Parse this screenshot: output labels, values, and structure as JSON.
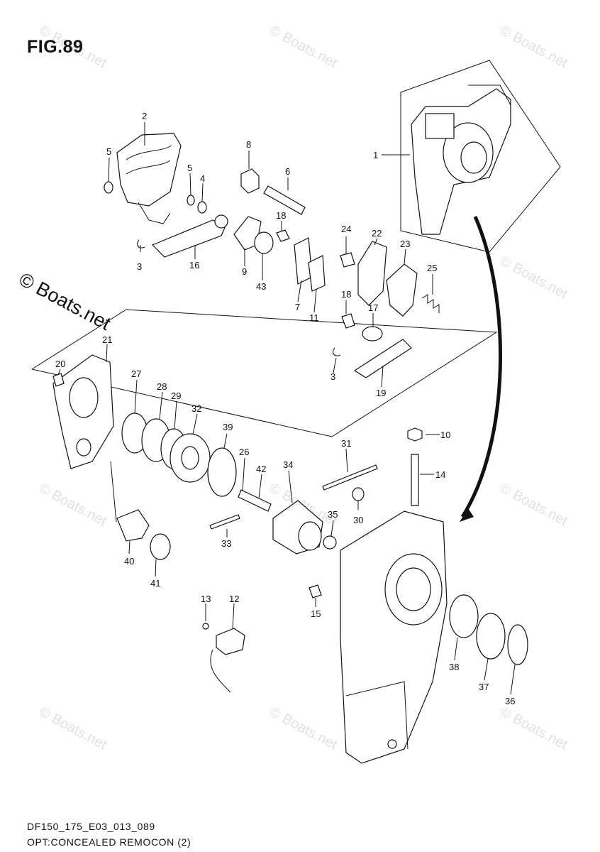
{
  "figure": {
    "title": "FIG.89",
    "code": "DF150_175_E03_013_089",
    "caption": "OPT:CONCEALED REMOCON (2)"
  },
  "watermark": {
    "text": "© Boats.net",
    "main_text": "© Boats.net"
  },
  "callouts": {
    "p1": "1",
    "p2": "2",
    "p3a": "3",
    "p3b": "3",
    "p4": "4",
    "p5a": "5",
    "p5b": "5",
    "p6": "6",
    "p7": "7",
    "p8": "8",
    "p9": "9",
    "p10": "10",
    "p11": "11",
    "p12": "12",
    "p13": "13",
    "p14": "14",
    "p15": "15",
    "p16": "16",
    "p17": "17",
    "p18a": "18",
    "p18b": "18",
    "p19": "19",
    "p20": "20",
    "p21": "21",
    "p22": "22",
    "p23": "23",
    "p24": "24",
    "p25": "25",
    "p26": "26",
    "p27": "27",
    "p28": "28",
    "p29": "29",
    "p30": "30",
    "p31": "31",
    "p32": "32",
    "p33": "33",
    "p34": "34",
    "p35": "35",
    "p36": "36",
    "p37": "37",
    "p38": "38",
    "p39": "39",
    "p40": "40",
    "p41": "41",
    "p42": "42",
    "p43": "43"
  }
}
